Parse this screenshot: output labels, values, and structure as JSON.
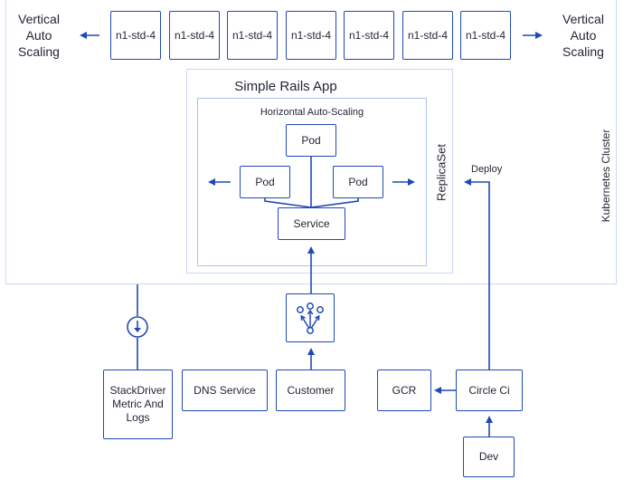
{
  "nodes": {
    "top_left_label": "Vertical\nAuto\nScaling",
    "top_right_label": "Vertical\nAuto\nScaling",
    "instances": [
      "n1-std-4",
      "n1-std-4",
      "n1-std-4",
      "n1-std-4",
      "n1-std-4",
      "n1-std-4",
      "n1-std-4"
    ],
    "app_title": "Simple Rails App",
    "hpa_title": "Horizontal Auto-Scaling",
    "pod_top": "Pod",
    "pod_left": "Pod",
    "pod_right": "Pod",
    "service": "Service",
    "replicaset": "ReplicaSet",
    "cluster": "Kubernetes Cluster",
    "deploy": "Deploy",
    "stackdriver": "StackDriver\nMetric And\nLogs",
    "dns": "DNS Service",
    "customer": "Customer",
    "gcr": "GCR",
    "circleci": "Circle Ci",
    "dev": "Dev"
  },
  "colors": {
    "line": "#1f49b8",
    "region_border": "#c9d7f4",
    "hpa_border": "#a9c2ee"
  },
  "icons": {
    "load_balancer": "load-balancer-icon",
    "download": "download-circle-icon"
  }
}
